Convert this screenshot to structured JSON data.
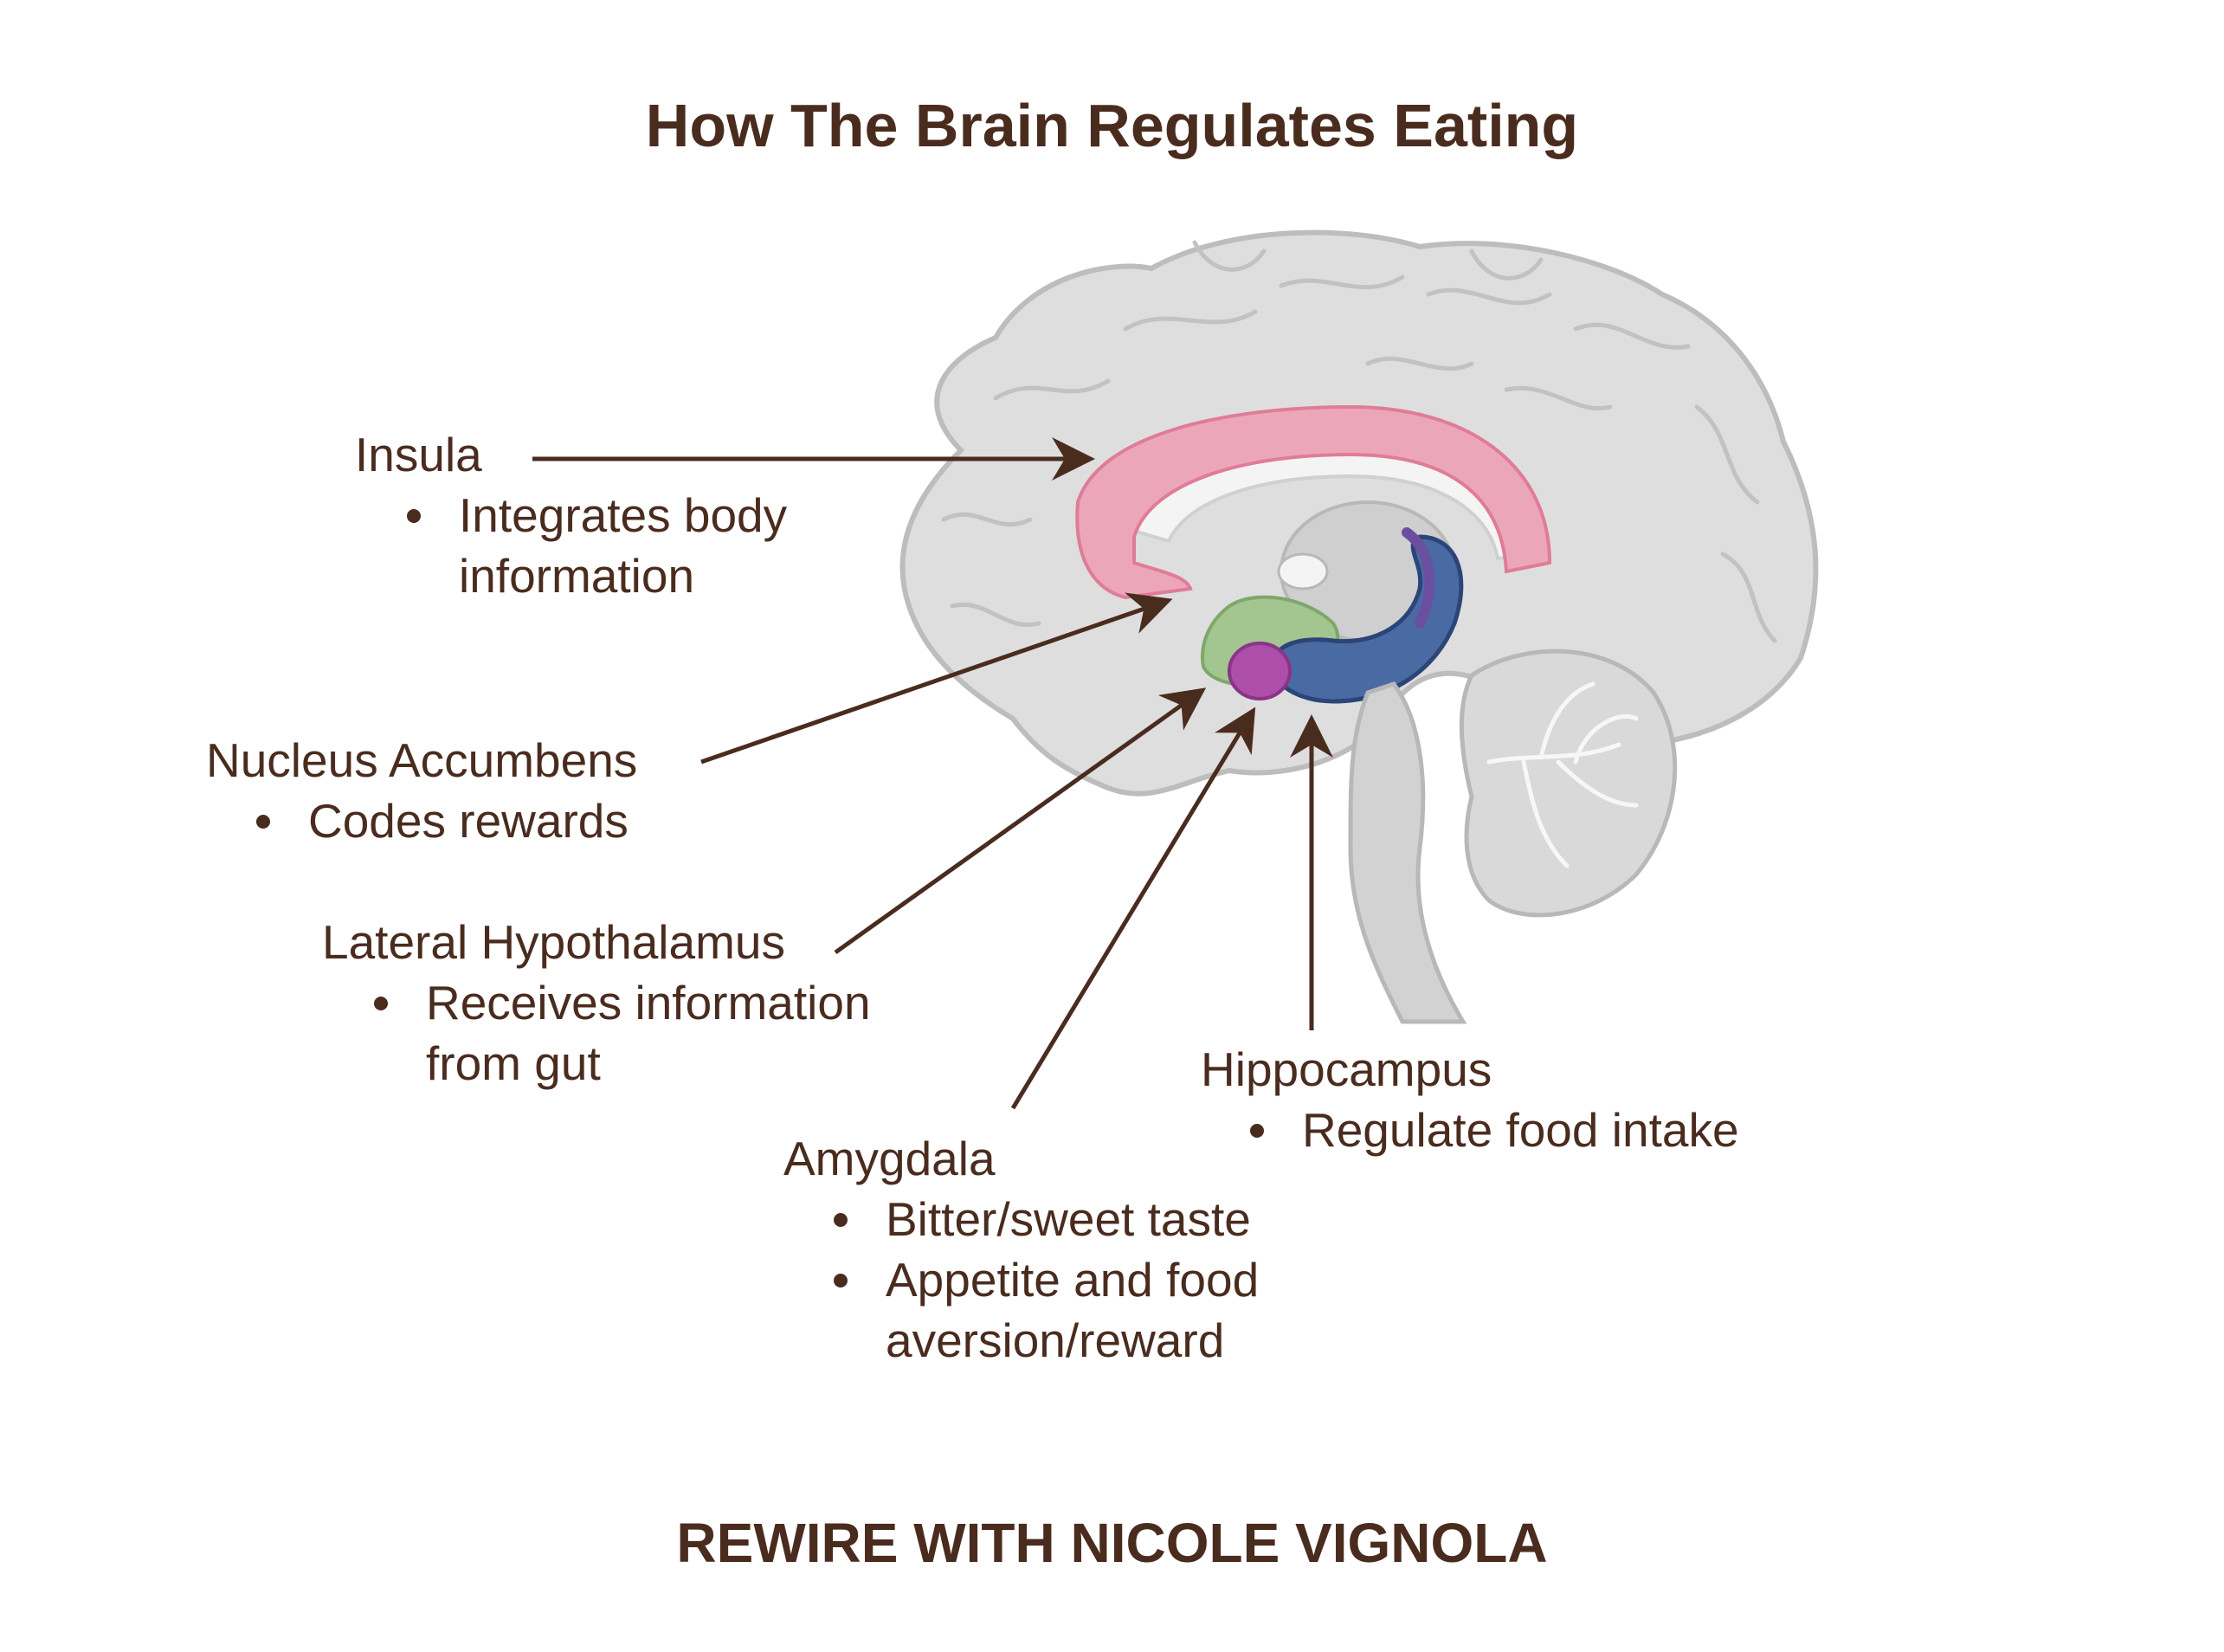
{
  "title": "How The Brain Regulates Eating",
  "footer": "REWIRE WITH NICOLE VIGNOLA",
  "colors": {
    "text": "#4a2c1f",
    "brain": "#d9d9d9",
    "brain_outline": "#bdbdbd",
    "insula": "#e8a0b4",
    "hypothalamus": "#9cc08a",
    "amygdala": "#a94aa8",
    "hippocampus": "#3f5f98",
    "arrow": "#4a2c1f"
  },
  "labels": {
    "insula": {
      "name": "Insula",
      "bullets": [
        "Integrates body",
        "information"
      ]
    },
    "nucleus_accumbens": {
      "name": "Nucleus Accumbens",
      "bullets": [
        "Codes rewards"
      ]
    },
    "lateral_hypothalamus": {
      "name": "Lateral Hypothalamus",
      "bullets": [
        "Receives information",
        "from gut"
      ]
    },
    "amygdala": {
      "name": "Amygdala",
      "bullets": [
        "Bitter/sweet taste",
        "Appetite and food",
        "aversion/reward"
      ]
    },
    "hippocampus": {
      "name": "Hippocampus",
      "bullets": [
        "Regulate food intake"
      ]
    }
  }
}
